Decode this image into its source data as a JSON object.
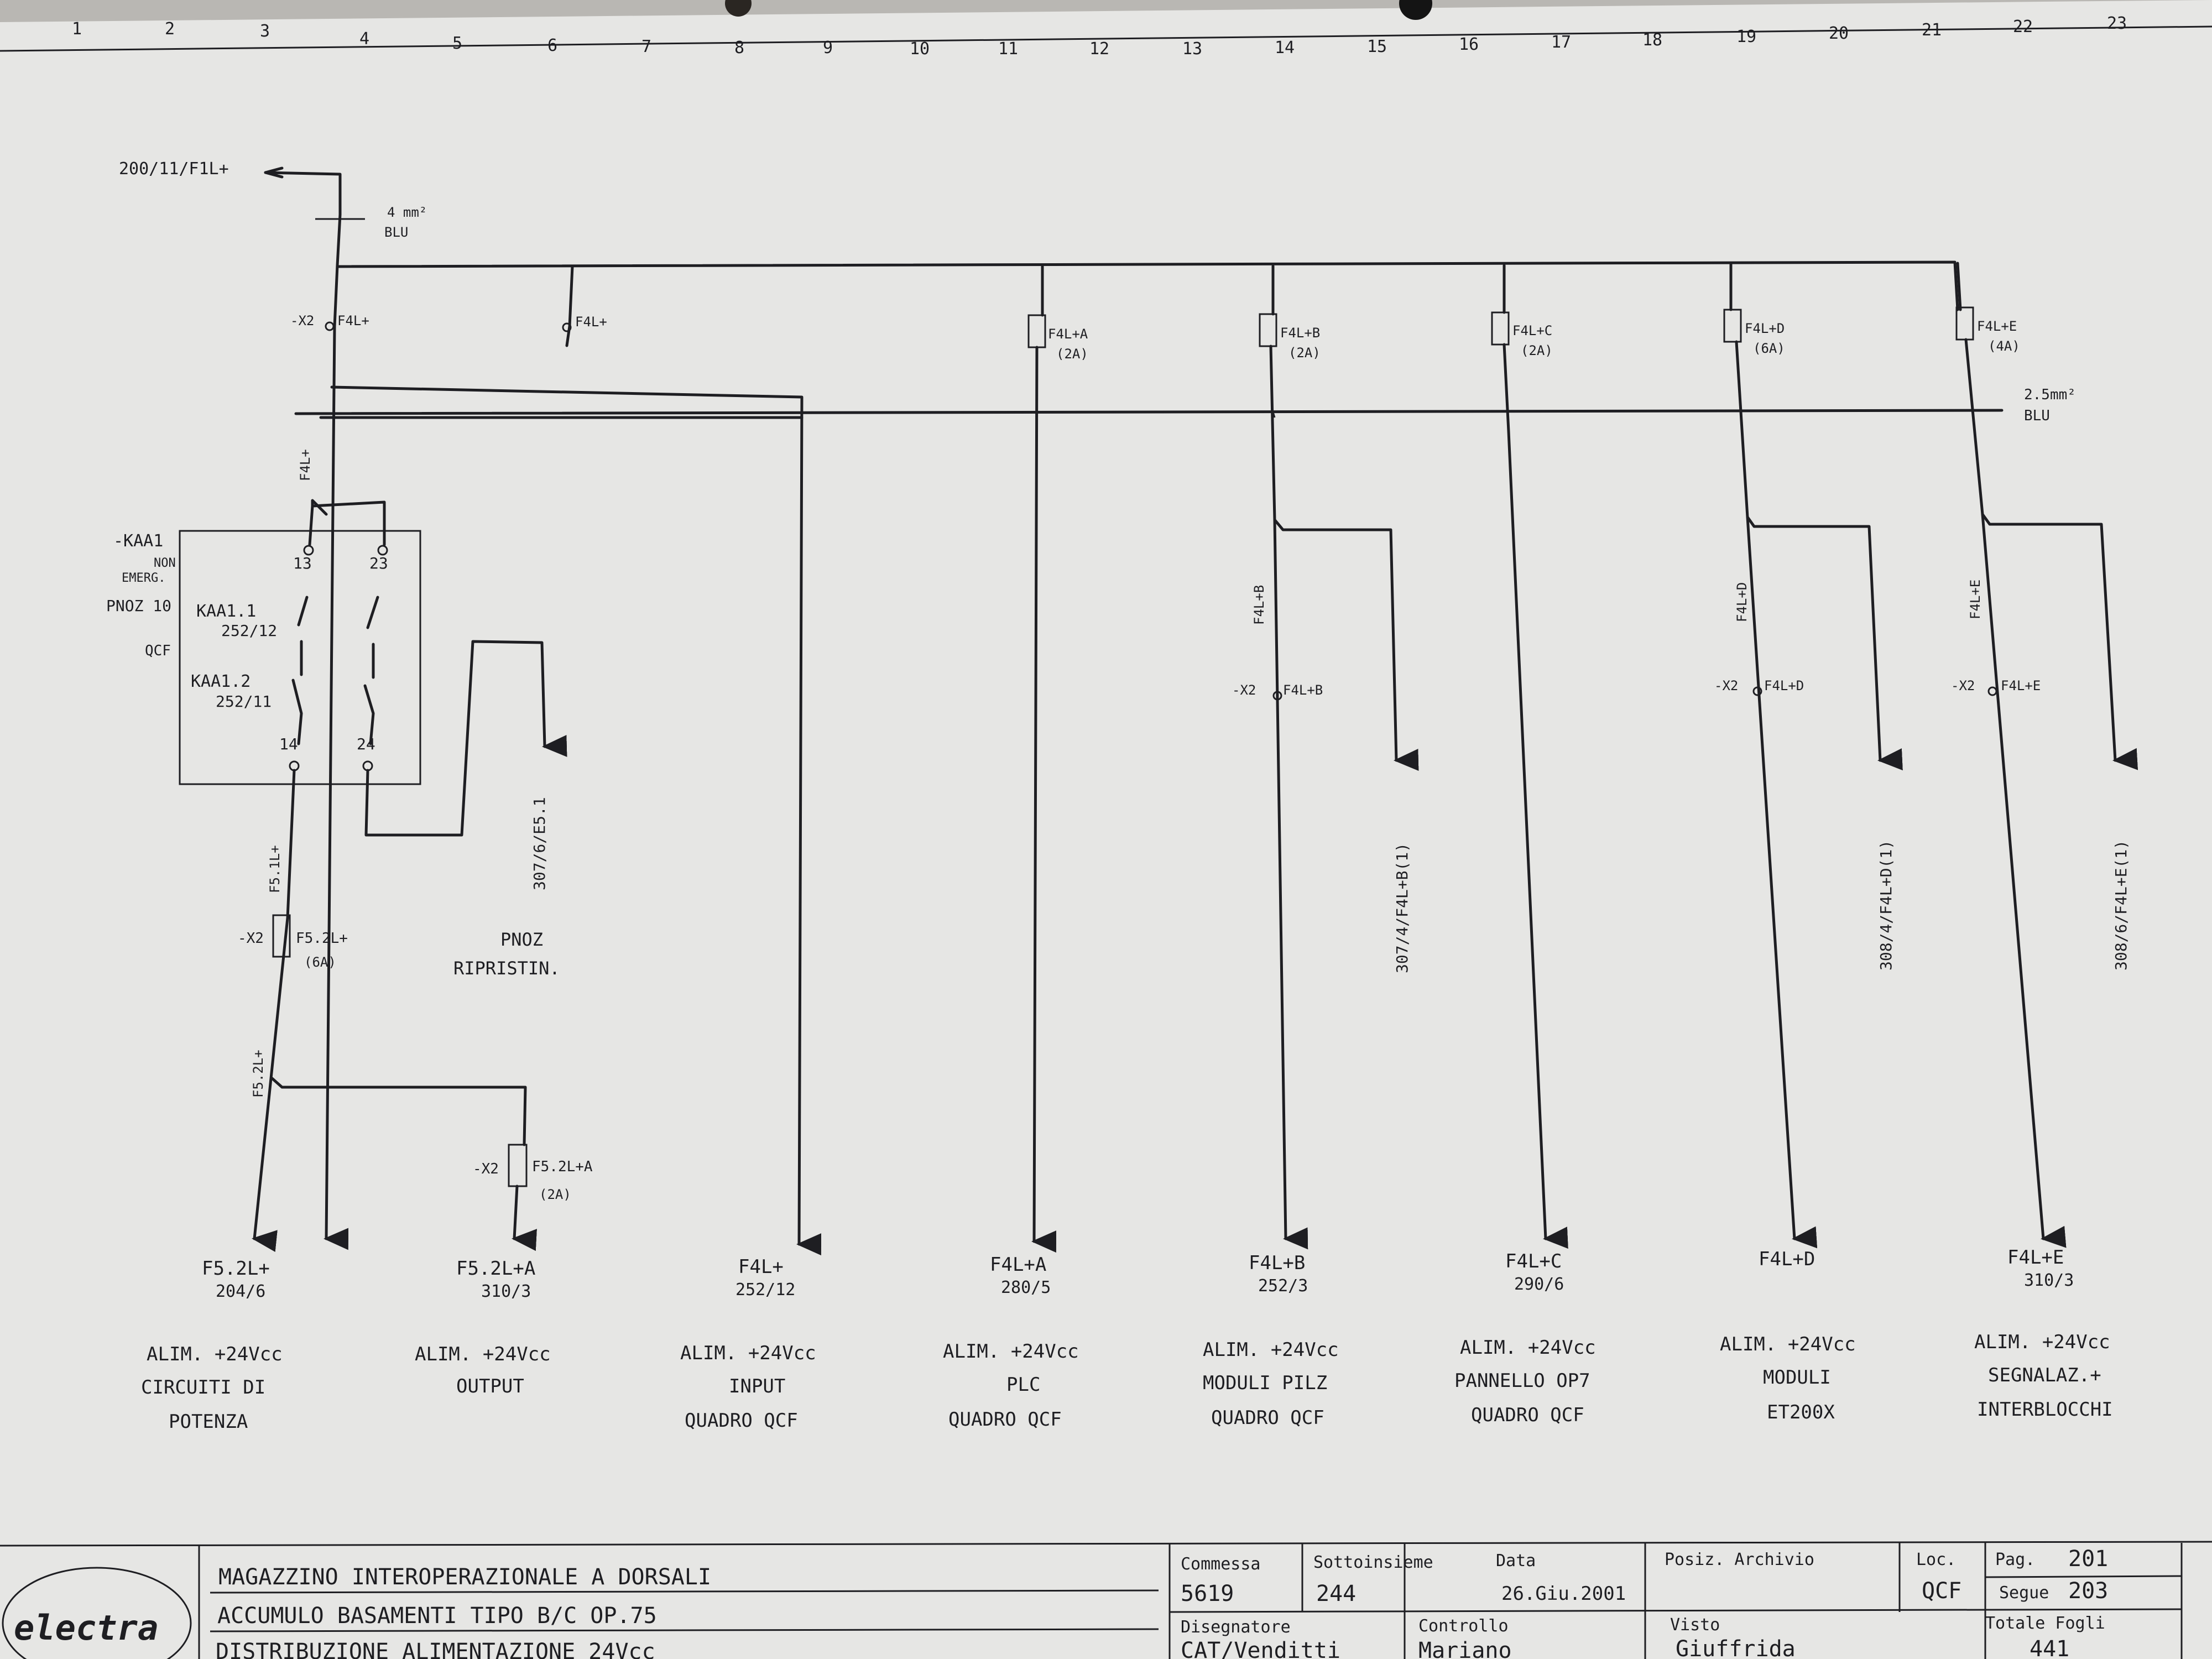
{
  "sheet": {
    "column_numbers": [
      "1",
      "2",
      "3",
      "4",
      "5",
      "6",
      "7",
      "8",
      "9",
      "10",
      "11",
      "12",
      "13",
      "14",
      "15",
      "16",
      "17",
      "18",
      "19",
      "20",
      "21",
      "22",
      "23"
    ],
    "color_paper": "#e6e6e4",
    "color_ink": "#1e1e22"
  },
  "supply": {
    "source_ref": "200/11/F1L+",
    "cable_top": {
      "section": "4 mm²",
      "color": "BLU"
    },
    "cable_busbar": {
      "section": "2.5mm²",
      "color": "BLU"
    },
    "terminal_x2": "-X2",
    "terminal_f4l": "F4L+",
    "tap_f4l": "F4L+",
    "wire_f4l": "F4L+"
  },
  "fuses": [
    {
      "label": "F4L+A",
      "rating": "(2A)"
    },
    {
      "label": "F4L+B",
      "rating": "(2A)"
    },
    {
      "label": "F4L+C",
      "rating": "(2A)"
    },
    {
      "label": "F4L+D",
      "rating": "(6A)"
    },
    {
      "label": "F4L+E",
      "rating": "(4A)"
    }
  ],
  "relay": {
    "tag": "-KAA1",
    "note1": "NON",
    "note2": "EMERG.",
    "model": "PNOZ 10",
    "unit": "QCF",
    "contact1_name": "KAA1.1",
    "contact1_ref": "252/12",
    "contact2_name": "KAA1.2",
    "contact2_ref": "252/11",
    "terminal_13": "13",
    "terminal_23": "23",
    "terminal_14": "14",
    "terminal_24": "24",
    "reset_ref": "307/6/E5.1",
    "reset_caption1": "PNOZ",
    "reset_caption2": "RIPRISTIN."
  },
  "feeders_left": {
    "wire_f51": "F5.1L+",
    "fuse_x2": "-X2",
    "fuse_f52": "F5.2L+",
    "fuse_f52_rating": "(6A)",
    "wire_f52": "F5.2L+",
    "fuse_f52a_x2": "-X2",
    "fuse_f52a": "F5.2L+A",
    "fuse_f52a_rating": "(2A)"
  },
  "branch_terminals": {
    "b_wire": "F4L+B",
    "b_x2": "-X2",
    "b_term": "F4L+B",
    "b_ref": "307/4/F4L+B(1)",
    "d_wire": "F4L+D",
    "d_x2": "-X2",
    "d_term": "F4L+D",
    "d_ref": "308/4/F4L+D(1)",
    "e_wire": "F4L+E",
    "e_x2": "-X2",
    "e_term": "F4L+E",
    "e_ref": "308/6/F4L+E(1)"
  },
  "outputs": [
    {
      "label": "F5.2L+",
      "ref": "204/6",
      "desc": [
        "ALIM. +24Vcc",
        "CIRCUITI DI",
        "POTENZA"
      ]
    },
    {
      "label": "F5.2L+A",
      "ref": "310/3",
      "desc": [
        "ALIM. +24Vcc",
        "OUTPUT"
      ]
    },
    {
      "label": "F4L+",
      "ref": "252/12",
      "desc": [
        "ALIM. +24Vcc",
        "INPUT",
        "QUADRO QCF"
      ]
    },
    {
      "label": "F4L+A",
      "ref": "280/5",
      "desc": [
        "ALIM. +24Vcc",
        "PLC",
        "QUADRO QCF"
      ]
    },
    {
      "label": "F4L+B",
      "ref": "252/3",
      "desc": [
        "ALIM. +24Vcc",
        "MODULI PILZ",
        "QUADRO QCF"
      ]
    },
    {
      "label": "F4L+C",
      "ref": "290/6",
      "desc": [
        "ALIM. +24Vcc",
        "PANNELLO OP7",
        "QUADRO QCF"
      ]
    },
    {
      "label": "F4L+D",
      "ref": "",
      "desc": [
        "ALIM. +24Vcc",
        "MODULI",
        "ET200X"
      ]
    },
    {
      "label": "F4L+E",
      "ref": "310/3",
      "desc": [
        "ALIM. +24Vcc",
        "SEGNALAZ.+",
        "INTERBLOCCHI"
      ]
    }
  ],
  "title_block": {
    "logo_text": "electra",
    "title_line1": "MAGAZZINO INTEROPERAZIONALE A DORSALI",
    "title_line2": "ACCUMULO BASAMENTI TIPO B/C OP.75",
    "title_line3": "DISTRIBUZIONE ALIMENTAZIONE 24Vcc",
    "commessa_label": "Commessa",
    "commessa_value": "5619",
    "sottoinsieme_label": "Sottoinsieme",
    "sottoinsieme_value": "244",
    "data_label": "Data",
    "data_value": "26.Giu.2001",
    "posiz_label": "Posiz. Archivio",
    "loc_label": "Loc.",
    "loc_value": "QCF",
    "pag_label": "Pag.",
    "pag_value": "201",
    "segue_label": "Segue",
    "segue_value": "203",
    "disegnatore_label": "Disegnatore",
    "disegnatore_value": "CAT/Venditti",
    "controllo_label": "Controllo",
    "controllo_value": "Mariano",
    "visto_label": "Visto",
    "visto_value": "Giuffrida",
    "totale_label": "Totale Fogli",
    "totale_value": "441"
  }
}
